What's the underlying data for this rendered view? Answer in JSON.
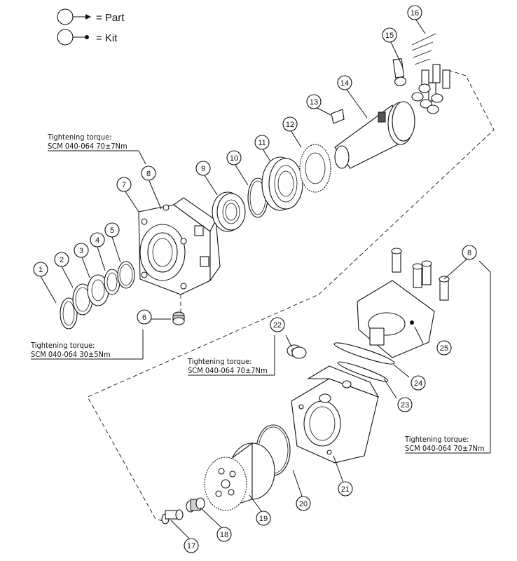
{
  "legend": [
    {
      "symbol": "arrow",
      "text": "= Part"
    },
    {
      "symbol": "dot",
      "text": "= Kit"
    }
  ],
  "callouts": [
    "1",
    "2",
    "3",
    "4",
    "5",
    "6",
    "7",
    "8",
    "9",
    "10",
    "11",
    "12",
    "13",
    "14",
    "15",
    "16",
    "17",
    "18",
    "19",
    "20",
    "21",
    "22",
    "23",
    "24",
    "25",
    "8"
  ],
  "torque_notes": [
    {
      "title": "Tightening torque:",
      "spec": "SCM 040-064 70±7Nm"
    },
    {
      "title": "Tightening torque:",
      "spec": "SCM 040-064 30±5Nm"
    },
    {
      "title": "Tightening torque:",
      "spec": "SCM 040-064 70±7Nm"
    },
    {
      "title": "Tightening torque:",
      "spec": "SCM 040-064 70±7Nm"
    }
  ]
}
